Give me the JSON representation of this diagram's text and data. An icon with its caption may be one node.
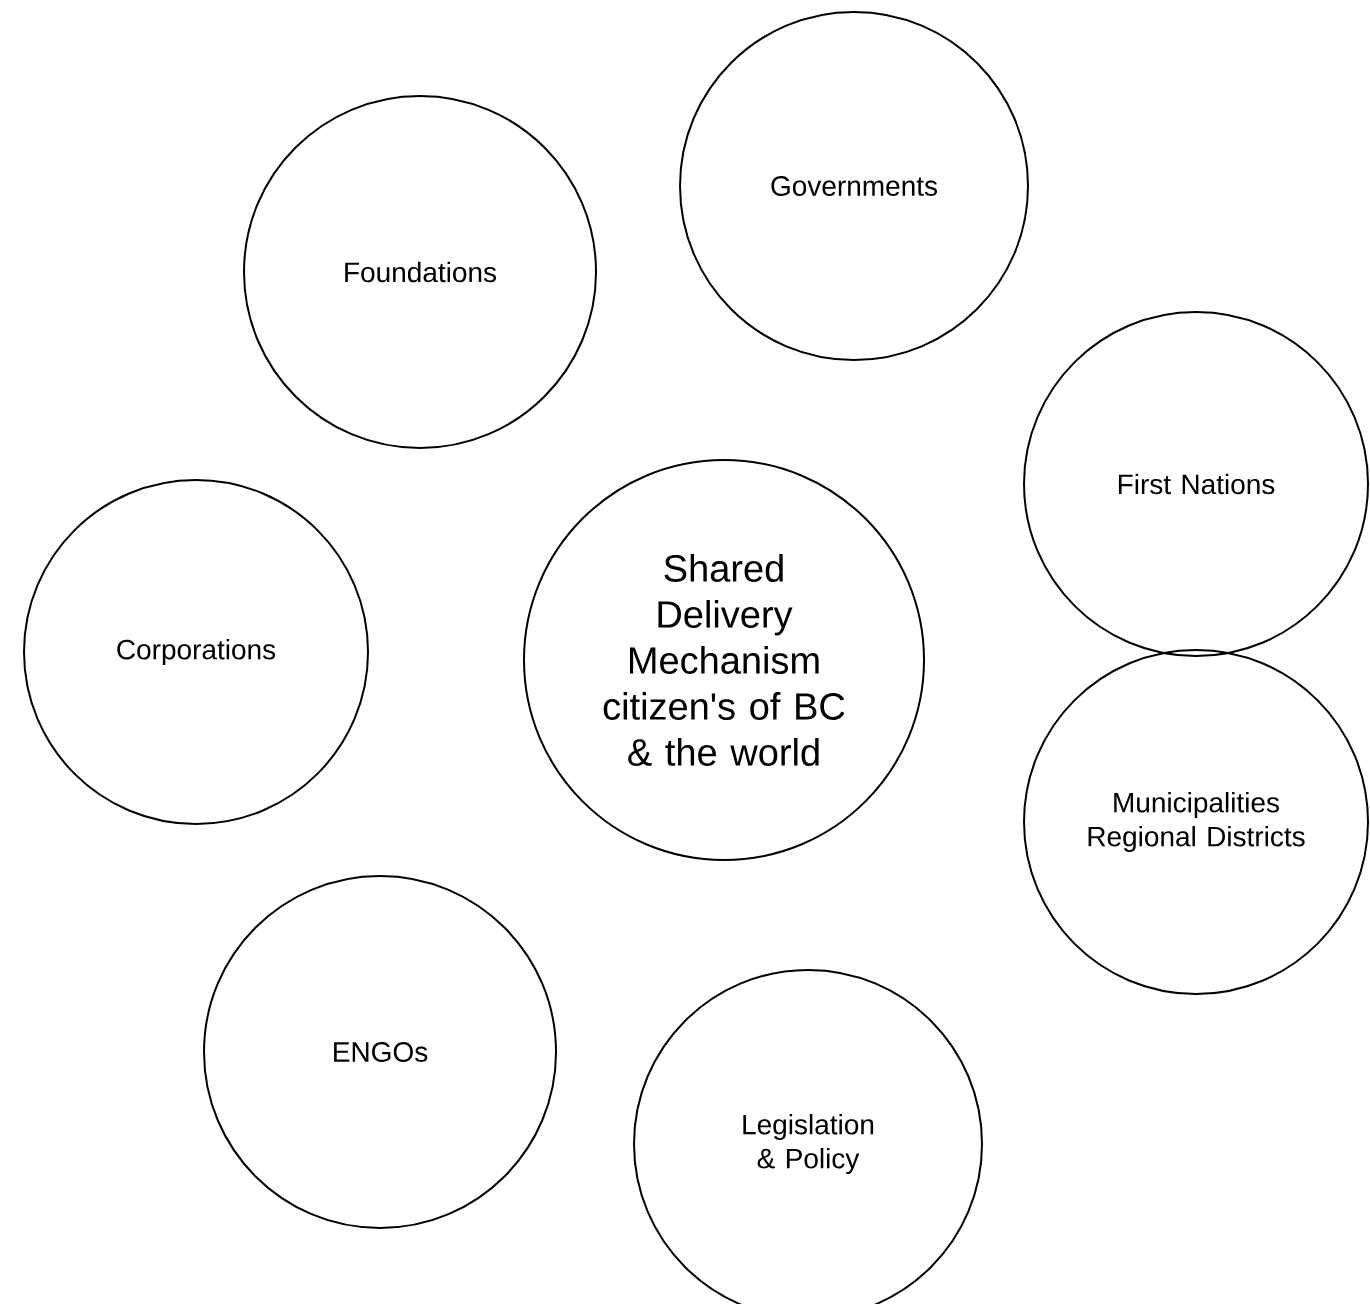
{
  "diagram": {
    "nodes": [
      {
        "text": [
          "Governments"
        ]
      },
      {
        "text": [
          "Foundations"
        ]
      },
      {
        "text": [
          "First Nations"
        ]
      },
      {
        "text": [
          "Corporations"
        ]
      },
      {
        "text": [
          "Shared Delivery Mechanism citizen's of BC & the world"
        ]
      },
      {
        "text": [
          "Municipalities Regional Districts"
        ]
      },
      {
        "text": [
          "ENGOs"
        ]
      },
      {
        "text": [
          "Legislation & Policy"
        ]
      }
    ]
  }
}
